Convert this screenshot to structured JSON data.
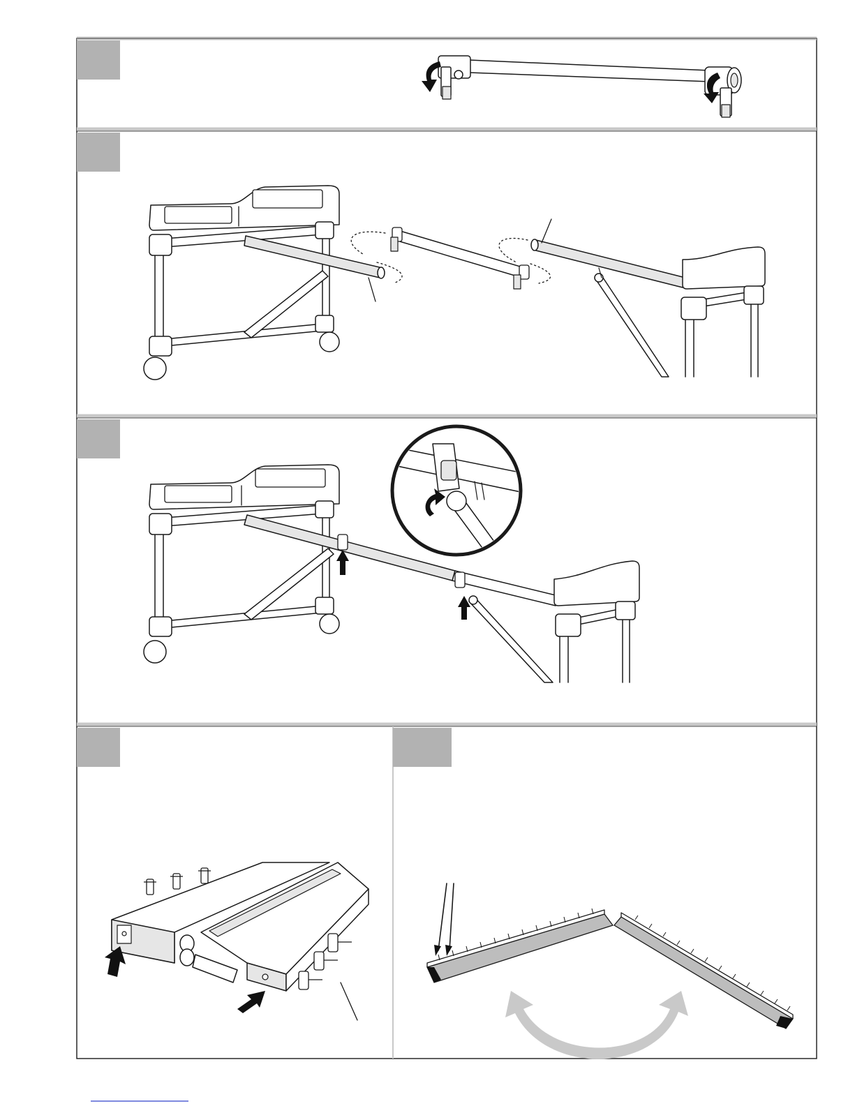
{
  "colors": {
    "step_box": "#b2b2b2",
    "panel_border": "#c8c8c8",
    "ink": "#1a1a1a",
    "accent_arrow": "#c9c9c9",
    "footer_link": "#3344cc"
  },
  "panels": [
    {
      "id": "tube-clamps-panel",
      "icons": [
        "rotate-arrow-icon",
        "rotate-arrow-icon"
      ]
    },
    {
      "id": "insert-tubes-panel",
      "icons": [
        "dotted-insert-arrow-icon",
        "dotted-insert-arrow-icon",
        "dotted-insert-arrow-icon",
        "dotted-insert-arrow-icon"
      ]
    },
    {
      "id": "lock-clamps-panel",
      "icons": [
        "up-arrow-icon",
        "up-arrow-icon",
        "rotate-arrow-icon"
      ]
    },
    {
      "id": "shelf-end-caps-panel",
      "icons": [
        "push-arrow-icon",
        "push-arrow-icon"
      ]
    },
    {
      "id": "fold-shelf-panel",
      "icons": [
        "curved-double-arrow-icon"
      ]
    }
  ]
}
